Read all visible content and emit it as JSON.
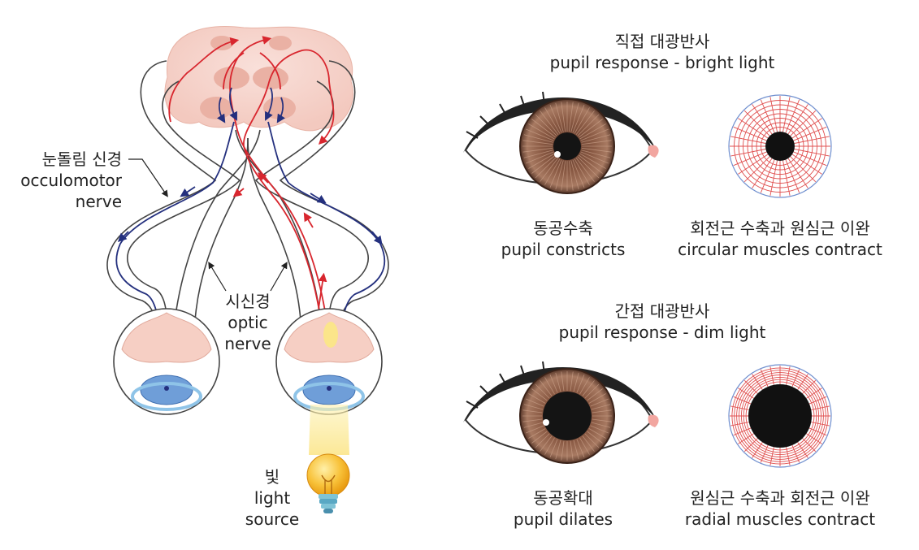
{
  "left_diagram": {
    "oculomotor_ko": "눈돌림 신경",
    "oculomotor_en1": "occulomotor",
    "oculomotor_en2": "nerve",
    "optic_ko": "시신경",
    "optic_en1": "optic",
    "optic_en2": "nerve",
    "light_ko": "빛",
    "light_en1": "light",
    "light_en2": "source"
  },
  "bright": {
    "heading_ko": "직접 대광반사",
    "heading_en": "pupil response - bright light",
    "eye_ko": "동공수축",
    "eye_en": "pupil constricts",
    "muscle_ko": "회전근 수축과 원심근 이완",
    "muscle_en": "circular muscles contract"
  },
  "dim": {
    "heading_ko": "간접 대광반사",
    "heading_en": "pupil response - dim light",
    "eye_ko": "동공확대",
    "eye_en": "pupil dilates",
    "muscle_ko": "원심근 수축과 회전근 이완",
    "muscle_en": "radial muscles contract"
  },
  "colors": {
    "afferent": "#d8262e",
    "efferent": "#24307e",
    "brain": "#f6d4cc",
    "iris": "#7a4a36",
    "lens": "#6f9ed8",
    "bulb": "#f5b21c"
  }
}
